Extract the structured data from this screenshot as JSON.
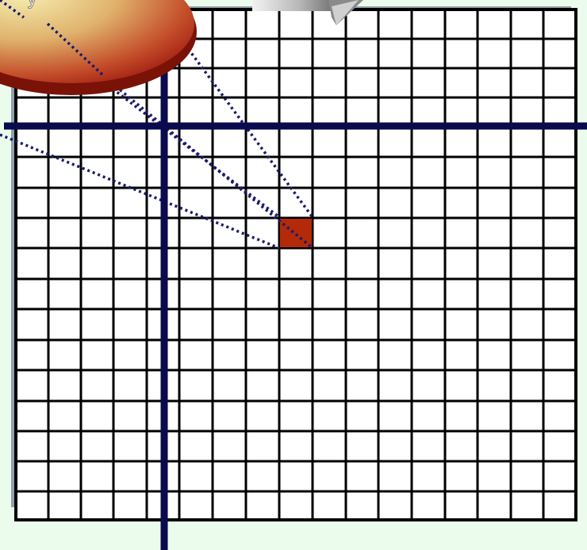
{
  "scene": {
    "disk_label": "y",
    "grid": {
      "columns": 17,
      "rows": 17,
      "highlighted_cell": {
        "column": 9,
        "row": 7
      }
    },
    "colors": {
      "background": "#ecfcec",
      "grid_line": "#000000",
      "axis": "#0a0a4e",
      "highlighted_cell": "#b22a08",
      "ray": "#1a1a6e",
      "disk_light": "#f2e6a0",
      "disk_dark": "#a21e12"
    },
    "icons": [
      "light-disk-icon",
      "projector-icon"
    ]
  }
}
